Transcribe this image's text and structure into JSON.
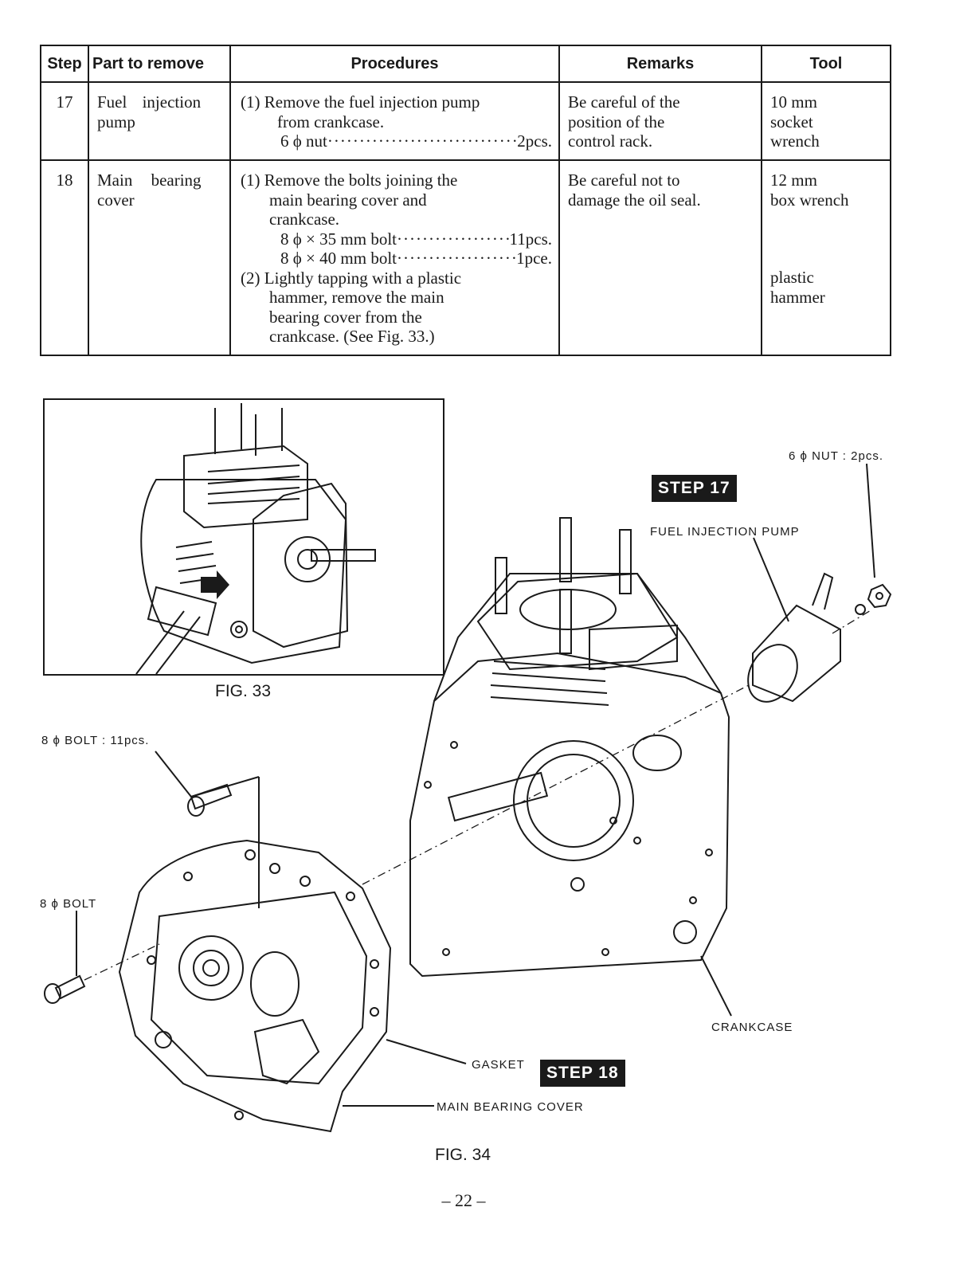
{
  "table": {
    "headers": {
      "step": "Step",
      "part": "Part to remove",
      "procedures": "Procedures",
      "remarks": "Remarks",
      "tool": "Tool"
    },
    "rows": [
      {
        "step": "17",
        "part": [
          "Fuel injection",
          "pump"
        ],
        "procedures": {
          "text1": "(1) Remove the fuel injection pump",
          "text2": "from crankcase.",
          "item1_label": "6 ϕ nut",
          "item1_qty": "2pcs."
        },
        "remarks": [
          "Be careful of the",
          "position of the",
          "control rack."
        ],
        "tool": [
          "10 mm",
          "socket",
          "wrench"
        ]
      },
      {
        "step": "18",
        "part": [
          "Main bearing",
          "cover"
        ],
        "procedures": {
          "p1a": "(1) Remove the bolts joining the",
          "p1b": "main bearing cover and",
          "p1c": "crankcase.",
          "item1_label": "8 ϕ × 35 mm bolt",
          "item1_qty": "11pcs.",
          "item2_label": "8 ϕ × 40 mm bolt",
          "item2_qty": "1pce.",
          "p2a": "(2) Lightly tapping with a plastic",
          "p2b": "hammer, remove the main",
          "p2c": "bearing cover from the",
          "p2d": "crankcase. (See Fig. 33.)"
        },
        "remarks": [
          "Be careful not to",
          "damage the oil seal."
        ],
        "tool": [
          "12 mm",
          "box wrench",
          "plastic",
          "hammer"
        ]
      }
    ]
  },
  "figures": {
    "fig33_caption": "FIG. 33",
    "fig34_caption": "FIG. 34",
    "step17_badge": "STEP 17",
    "step18_badge": "STEP 18",
    "labels": {
      "nut": "6 ϕ NUT : 2pcs.",
      "fuel_pump": "FUEL INJECTION PUMP",
      "bolt_11": "8 ϕ BOLT : 11pcs.",
      "bolt_single": "8 ϕ BOLT",
      "crankcase": "CRANKCASE",
      "gasket": "GASKET",
      "main_bearing_cover": "MAIN BEARING COVER"
    }
  },
  "page_number": "– 22 –"
}
